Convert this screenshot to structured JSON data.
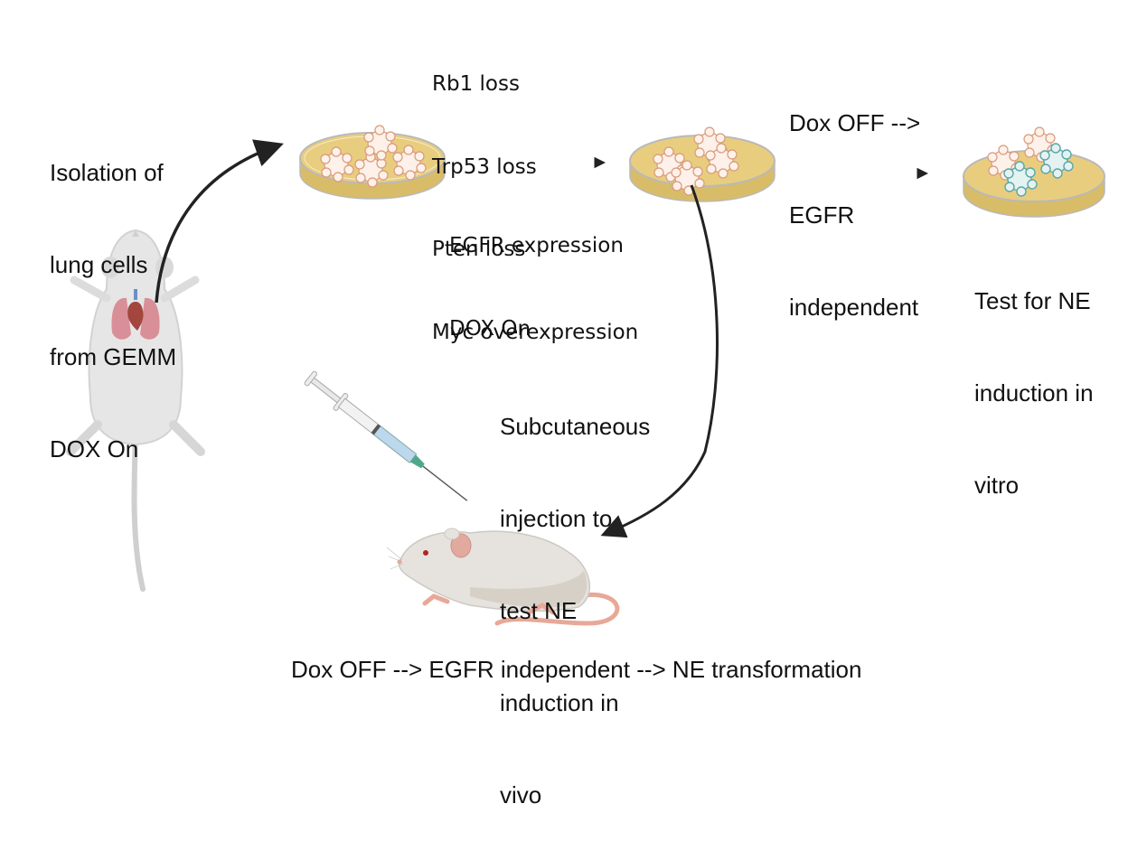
{
  "labels": {
    "isolation": [
      "Isolation of",
      "lung cells",
      "from GEMM",
      "DOX On"
    ],
    "mutations": [
      "Rb1 loss",
      "Trp53 loss",
      "Pten loss",
      "Myc overexpression"
    ],
    "egfr_step": [
      "EGFR expression",
      "DOX On"
    ],
    "dox_off_step": [
      "Dox OFF -->",
      "EGFR",
      "independent"
    ],
    "in_vitro": [
      "Test for NE",
      "induction in",
      "vitro"
    ],
    "in_vivo": [
      "Subcutaneous",
      "injection to",
      "test NE",
      "induction in",
      "vivo"
    ],
    "conclusion": "Dox OFF --> EGFR independent --> NE transformation"
  },
  "colors": {
    "arrow": "#222222",
    "dish_medium": "#e9cd7e",
    "dish_wall": "#d9bc68",
    "dish_rim": "#b9b9b9",
    "colony_fill": "#fdf1ea",
    "colony_edge": "#d99a7a",
    "ne_colony_fill": "#e4f2f2",
    "ne_colony_edge": "#5aa7a5",
    "mouse_body": "#e6e6e6",
    "mouse_shade": "#cfcfcf",
    "lung": "#d98f98",
    "heart": "#a2463e",
    "pink_skin": "#e8a898",
    "syringe_liquid": "#bcd8ec",
    "needle_hub": "#4fa88e"
  }
}
